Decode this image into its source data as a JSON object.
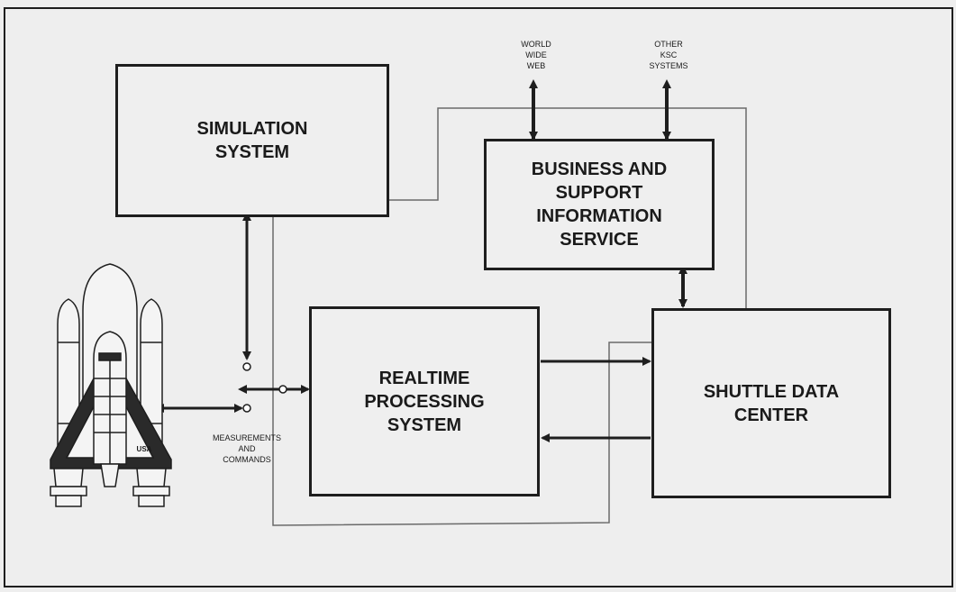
{
  "nodes": {
    "simulation": "SIMULATION\nSYSTEM",
    "business": "BUSINESS AND\nSUPPORT\nINFORMATION\nSERVICE",
    "realtime": "REALTIME\nPROCESSING\nSYSTEM",
    "shuttle_data_center": "SHUTTLE DATA\nCENTER"
  },
  "external_labels": {
    "www": "WORLD\nWIDE\nWEB",
    "other_ksc": "OTHER\nKSC\nSYSTEMS",
    "measurements": "MEASUREMENTS\nAND\nCOMMANDS"
  },
  "shuttle_text": "USA",
  "colors": {
    "ink": "#1e1e1e",
    "paper": "#eeeeee",
    "network_line": "#6a6a6a"
  }
}
